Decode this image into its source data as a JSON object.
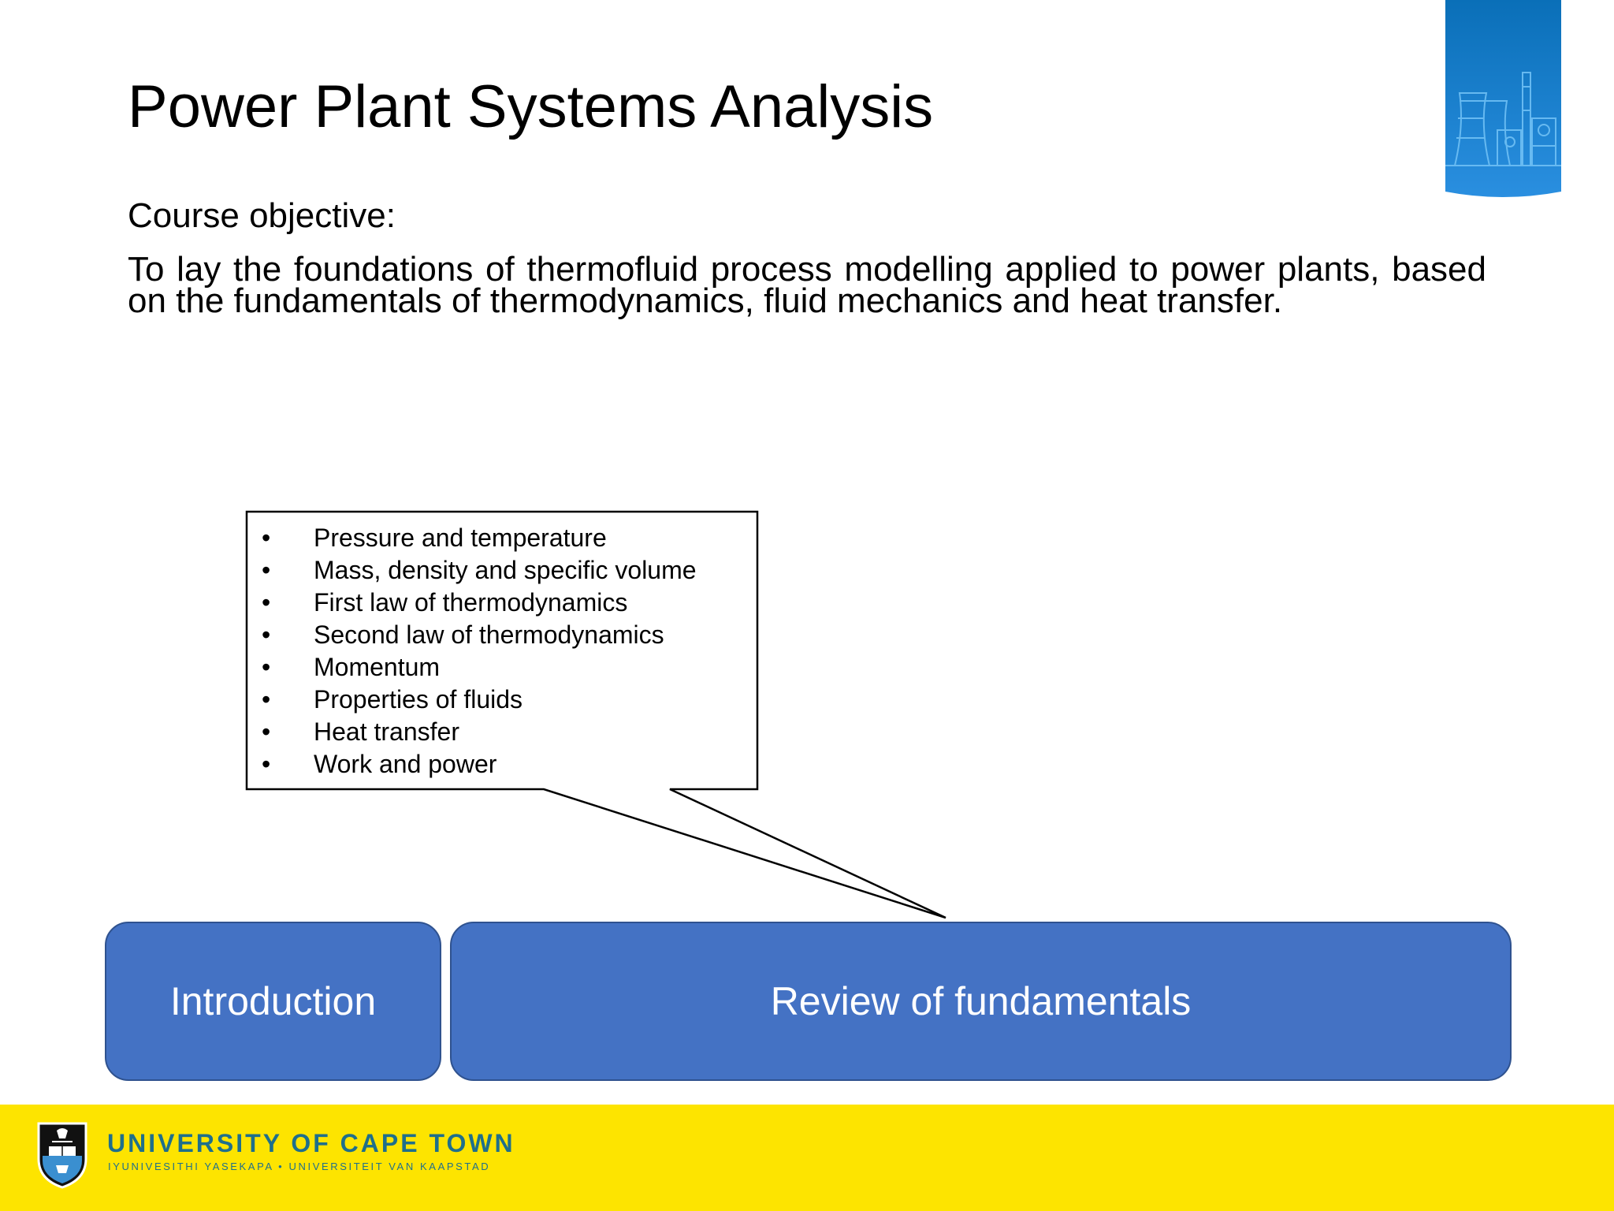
{
  "slide": {
    "title": "Power Plant Systems Analysis",
    "objective_label": "Course objective:",
    "objective_text": "To lay the foundations of thermofluid process modelling applied to power plants, based on the fundamentals of thermodynamics, fluid mechanics and heat transfer."
  },
  "callout": {
    "bullet_glyph": "•",
    "items": [
      "Pressure and temperature",
      "Mass, density and specific volume",
      "First law of thermodynamics",
      "Second law of thermodynamics",
      "Momentum",
      "Properties of fluids",
      "Heat transfer",
      "Work and power"
    ]
  },
  "boxes": {
    "introduction": "Introduction",
    "review": "Review of fundamentals"
  },
  "footer": {
    "university_name": "UNIVERSITY OF CAPE TOWN",
    "university_subtitle": "IYUNIVESITHI YASEKAPA • UNIVERSITEIT VAN KAAPSTAD",
    "crest_icon": "uct-crest-icon"
  },
  "colors": {
    "box_fill": "#4472c4",
    "box_border": "#2f528f",
    "footer_yellow": "#fde400",
    "footer_text": "#1f6f8b",
    "banner_blue": "#1b7fd0"
  }
}
